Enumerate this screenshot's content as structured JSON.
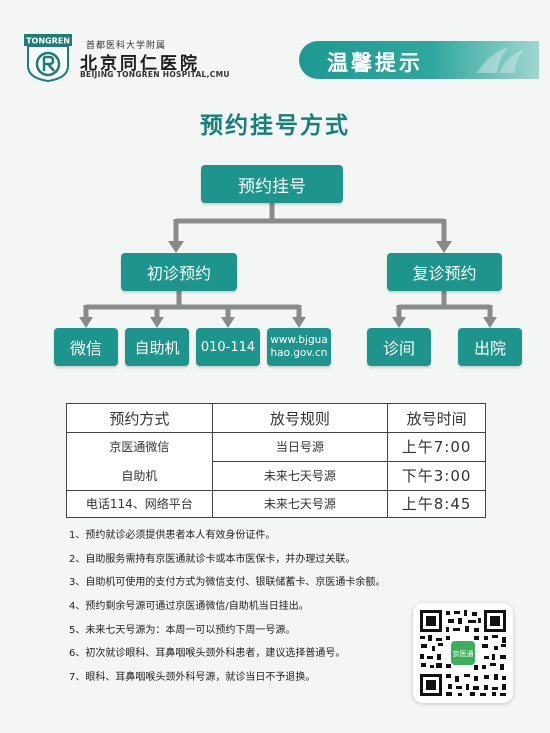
{
  "header": {
    "hospital_small": "首都医科大学附属",
    "hospital_name": "北京同仁医院",
    "hospital_en": "BEIJING TONGREN HOSPITAL,CMU",
    "logo_text": "TONGREN",
    "banner": "温馨提示"
  },
  "title": "预约挂号方式",
  "flow": {
    "root": "预约挂号",
    "first_visit": "初诊预约",
    "return_visit": "复诊预约",
    "first_channels": [
      "微信",
      "自助机",
      "010-114",
      "www.bjgua\nhao.gov.cn"
    ],
    "return_channels": [
      "诊间",
      "出院"
    ]
  },
  "table": {
    "headers": [
      "预约方式",
      "放号规则",
      "放号时间"
    ],
    "method1_line1": "京医通微信",
    "method1_line2": "自助机",
    "method2": "电话114、网络平台",
    "rows": [
      {
        "rule": "当日号源",
        "time": "上午7:00"
      },
      {
        "rule": "未来七天号源",
        "time": "下午3:00"
      },
      {
        "rule": "未来七天号源",
        "time": "上午8:45"
      }
    ]
  },
  "notes": [
    "1、预约就诊必须提供患者本人有效身份证件。",
    "2、自助服务需持有京医通就诊卡或本市医保卡，并办理过关联。",
    "3、自助机可使用的支付方式为微信支付、银联储蓄卡、京医通卡余额。",
    "4、预约剩余号源可通过京医通微信/自助机当日挂出。",
    "5、未来七天号源为：本周一可以预约下周一号源。",
    "6、初次就诊眼科、耳鼻咽喉头颈外科患者，建议选择普通号。",
    "7、眼科、耳鼻咽喉头颈外科号源，就诊当日不予退换。"
  ],
  "qr_label": "京医通",
  "colors": {
    "primary": "#1e958c",
    "title": "#15807a",
    "arrow": "#8a8a8a"
  }
}
